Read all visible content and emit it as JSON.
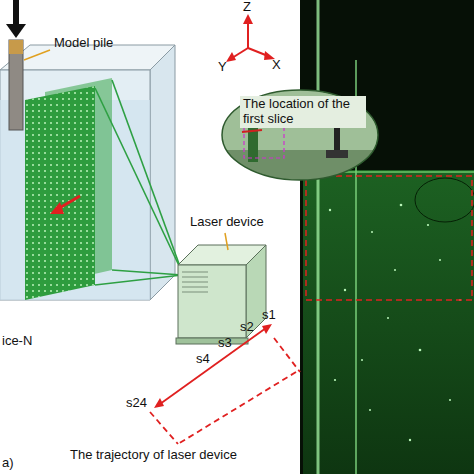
{
  "diagram": {
    "labels": [
      "Model pile",
      "Z",
      "Y",
      "X",
      "The location of the first slice",
      "Laser device",
      "ice-N",
      "s1",
      "s2",
      "s3",
      "s4",
      "s24",
      "The trajectory of laser device",
      "a)"
    ]
  }
}
